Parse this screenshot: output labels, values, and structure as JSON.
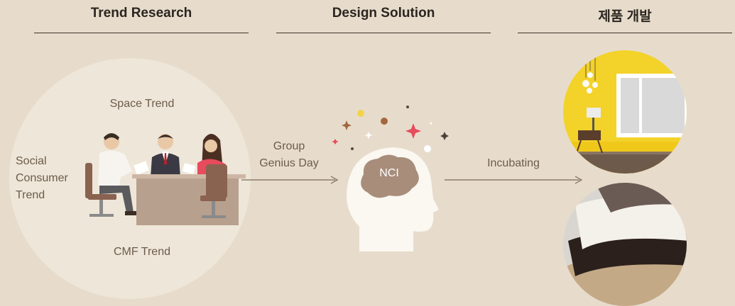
{
  "headers": {
    "trend_research": "Trend Research",
    "design_solution": "Design Solution",
    "product_development": "제품 개발"
  },
  "trend_circle": {
    "space_trend": "Space Trend",
    "social_line1": "Social",
    "social_line2": "Consumer",
    "social_line3": "Trend",
    "cmf_trend": "CMF Trend"
  },
  "flow": {
    "group_line1": "Group",
    "group_line2": "Genius Day",
    "incubating": "Incubating"
  },
  "brain_label": "NCI",
  "colors": {
    "background": "#e7dccb",
    "circle": "#eee6d8",
    "accent_red": "#e74b5c",
    "yellow": "#f3d22a",
    "head": "#fbf7f1",
    "brain": "#a88d7b"
  },
  "icons": [
    "meeting-illustration",
    "head-brain-illustration",
    "room-photo",
    "material-samples-photo"
  ]
}
